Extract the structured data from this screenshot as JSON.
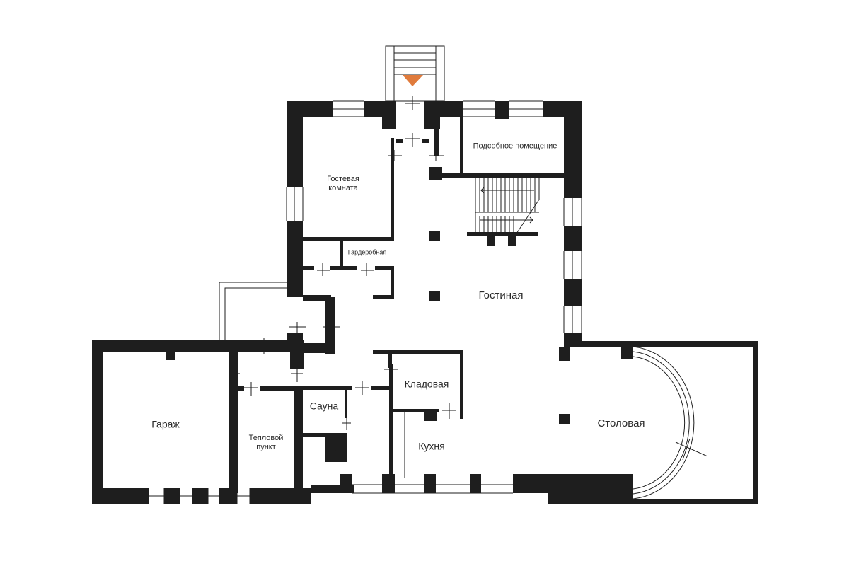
{
  "colors": {
    "wall": "#1e1e1e",
    "entrance_marker": "#e07b3c",
    "background": "#ffffff"
  },
  "icons": {
    "entrance": "entrance-triangle-icon"
  },
  "rooms": {
    "utility": "Подсобное помещение",
    "guest_room": "Гостевая\nкомната",
    "wardrobe": "Гардеробная",
    "living_room": "Гостиная",
    "pantry": "Кладовая",
    "garage": "Гараж",
    "sauna": "Сауна",
    "heating_unit": "Тепловой\nпункт",
    "kitchen": "Кухня",
    "dining_room": "Столовая"
  }
}
